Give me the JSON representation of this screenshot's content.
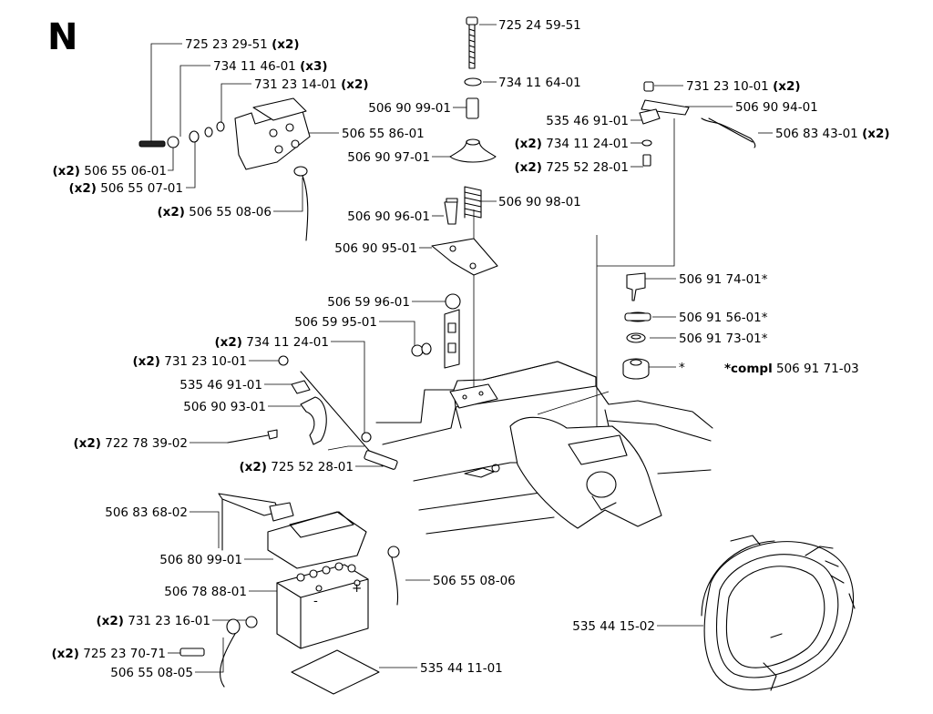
{
  "section_letter": "N",
  "labels": [
    {
      "part": "725 23 29-51",
      "qty": "(x2)"
    },
    {
      "part": "734 11 46-01",
      "qty": "(x3)"
    },
    {
      "part": "731 23 14-01",
      "qty": "(x2)"
    },
    {
      "part": "506 55 86-01",
      "qty": ""
    },
    {
      "part": "506 55 06-01",
      "qty": "(x2)"
    },
    {
      "part": "506 55 07-01",
      "qty": "(x2)"
    },
    {
      "part": "506 55 08-06",
      "qty": "(x2)"
    },
    {
      "part": "725 24 59-51",
      "qty": ""
    },
    {
      "part": "734 11 64-01",
      "qty": ""
    },
    {
      "part": "506 90 99-01",
      "qty": ""
    },
    {
      "part": "506 90 97-01",
      "qty": ""
    },
    {
      "part": "506 90 98-01",
      "qty": ""
    },
    {
      "part": "506 90 96-01",
      "qty": ""
    },
    {
      "part": "506 90 95-01",
      "qty": ""
    },
    {
      "part": "731 23 10-01",
      "qty": "(x2)"
    },
    {
      "part": "506 90 94-01",
      "qty": ""
    },
    {
      "part": "535 46 91-01",
      "qty": ""
    },
    {
      "part": "506 83 43-01",
      "qty": "(x2)"
    },
    {
      "part": "734 11 24-01",
      "qty": "(x2)"
    },
    {
      "part": "725 52 28-01",
      "qty": "(x2)"
    },
    {
      "part": "506 91 74-01*",
      "qty": ""
    },
    {
      "part": "506 91 56-01*",
      "qty": ""
    },
    {
      "part": "506 91 73-01*",
      "qty": ""
    },
    {
      "part": "*",
      "qty": ""
    },
    {
      "part": "506 59 96-01",
      "qty": ""
    },
    {
      "part": "506 59 95-01",
      "qty": ""
    },
    {
      "part": "734 11 24-01",
      "qty": "(x2)"
    },
    {
      "part": "731 23 10-01",
      "qty": "(x2)"
    },
    {
      "part": "535 46 91-01",
      "qty": ""
    },
    {
      "part": "506 90 93-01",
      "qty": ""
    },
    {
      "part": "722 78 39-02",
      "qty": "(x2)"
    },
    {
      "part": "725 52 28-01",
      "qty": "(x2)"
    },
    {
      "part": "506 83 68-02",
      "qty": ""
    },
    {
      "part": "506 80 99-01",
      "qty": ""
    },
    {
      "part": "506 78 88-01",
      "qty": ""
    },
    {
      "part": "506 55 08-06",
      "qty": ""
    },
    {
      "part": "731 23 16-01",
      "qty": "(x2)"
    },
    {
      "part": "725 23 70-71",
      "qty": "(x2)"
    },
    {
      "part": "506 55 08-05",
      "qty": ""
    },
    {
      "part": "535 44 11-01",
      "qty": ""
    },
    {
      "part": "535 44 15-02",
      "qty": ""
    }
  ],
  "compl_note": {
    "prefix": "*compl",
    "part": "506 91 71-03"
  },
  "battery_terminals": {
    "minus": "-",
    "plus": "+"
  }
}
